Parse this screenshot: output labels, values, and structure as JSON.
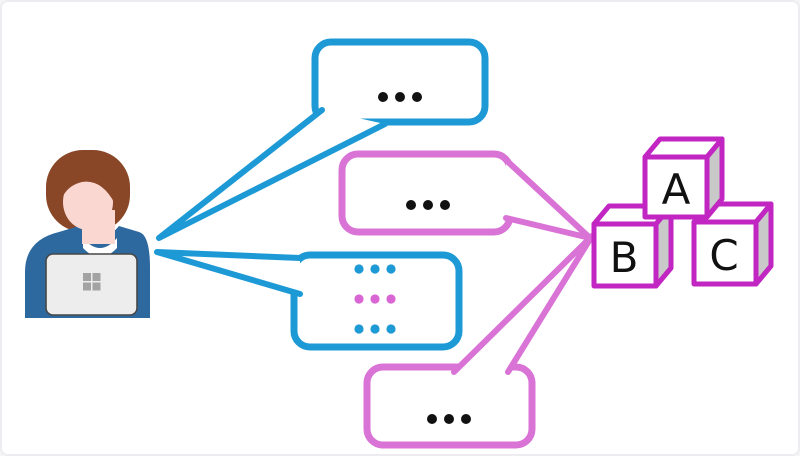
{
  "diagram": {
    "description": "Person at laptop exchanging speech bubbles with ABC building blocks"
  },
  "colors": {
    "blue": "#1d9ad6",
    "pink": "#d973d6",
    "magenta": "#c226c2",
    "black": "#111111",
    "block_side": "#c9c9c9",
    "white": "#ffffff",
    "hair": "#8a4728",
    "skin": "#fbd7d2",
    "shirt": "#2d689f",
    "laptop": "#ededed",
    "laptop_border": "#474747",
    "logo_gray": "#a3a3a3",
    "frame_border": "#ededf1"
  },
  "person": {
    "icon": "woman-at-laptop-icon",
    "laptop_logo_icon": "windows-logo-icon"
  },
  "bubbles": [
    {
      "id": "bubble-top-blue",
      "border_color": "#1d9ad6",
      "rows": [
        {
          "dots": 3,
          "color": "#111111"
        }
      ]
    },
    {
      "id": "bubble-mid-pink",
      "border_color": "#d973d6",
      "rows": [
        {
          "dots": 3,
          "color": "#111111"
        }
      ]
    },
    {
      "id": "bubble-multi-blue",
      "border_color": "#1d9ad6",
      "rows": [
        {
          "dots": 3,
          "color": "#1d9ad6"
        },
        {
          "dots": 3,
          "color": "#d966d3"
        },
        {
          "dots": 3,
          "color": "#1d9ad6"
        }
      ]
    },
    {
      "id": "bubble-bottom-pink",
      "border_color": "#d973d6",
      "rows": [
        {
          "dots": 3,
          "color": "#111111"
        }
      ]
    }
  ],
  "blocks": {
    "outline_color": "#c226c2",
    "letters": [
      "A",
      "B",
      "C"
    ]
  }
}
